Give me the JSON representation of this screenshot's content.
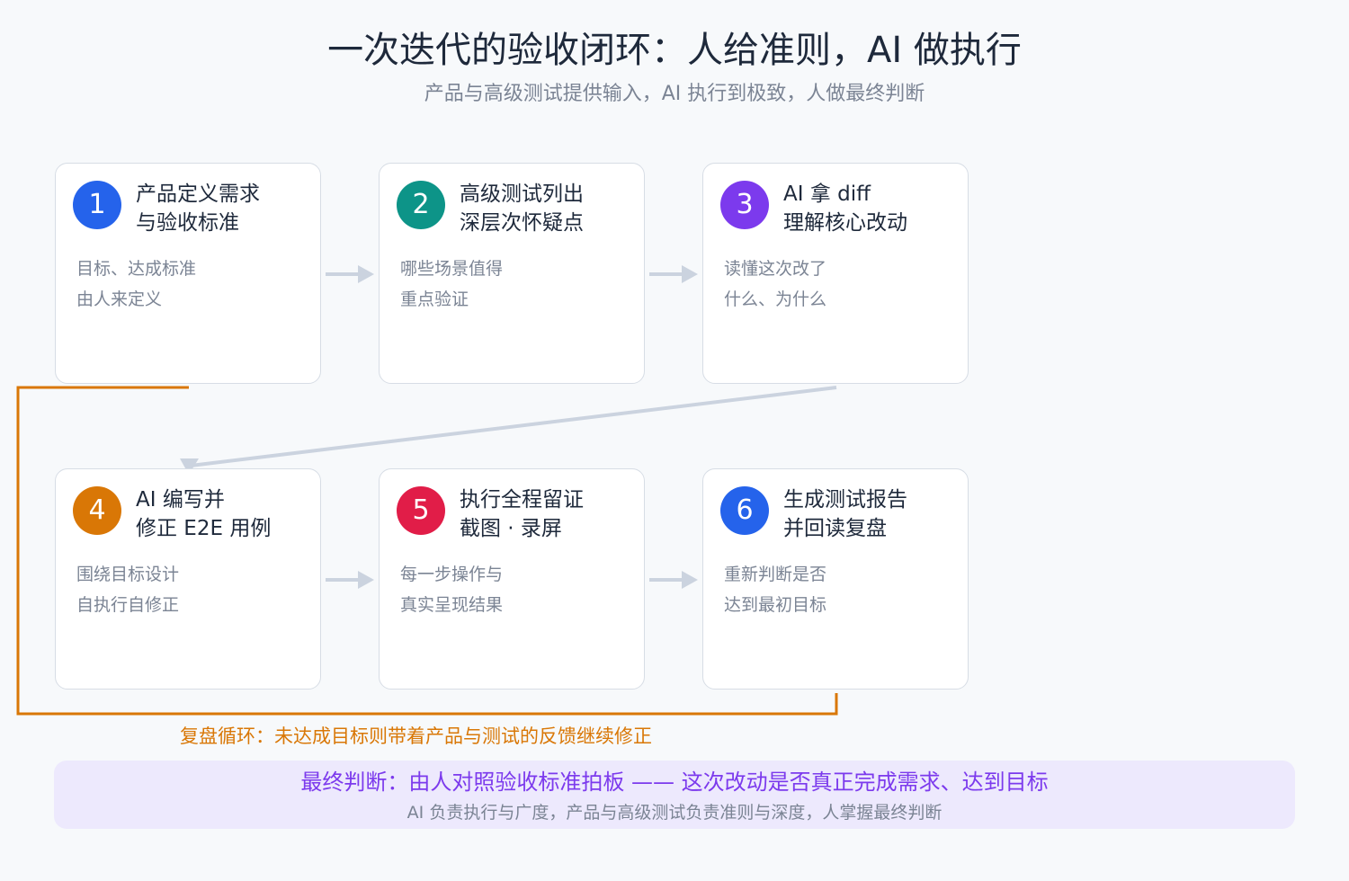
{
  "title": "一次迭代的验收闭环：人给准则，AI 做执行",
  "subtitle": "产品与高级测试提供输入，AI 执行到极致，人做最终判断",
  "steps": [
    {
      "number": "1",
      "title_line1": "产品定义需求",
      "title_line2": "与验收标准",
      "desc_line1": "目标、达成标准",
      "desc_line2": "由人来定义",
      "color": "#2563eb"
    },
    {
      "number": "2",
      "title_line1": "高级测试列出",
      "title_line2": "深层次怀疑点",
      "desc_line1": "哪些场景值得",
      "desc_line2": "重点验证",
      "color": "#0d9488"
    },
    {
      "number": "3",
      "title_line1": "AI 拿 diff",
      "title_line2": "理解核心改动",
      "desc_line1": "读懂这次改了",
      "desc_line2": "什么、为什么",
      "color": "#7c3aed"
    },
    {
      "number": "4",
      "title_line1": "AI 编写并",
      "title_line2": "修正 E2E 用例",
      "desc_line1": "围绕目标设计",
      "desc_line2": "自执行自修正",
      "color": "#d97706"
    },
    {
      "number": "5",
      "title_line1": "执行全程留证",
      "title_line2": "截图 · 录屏",
      "desc_line1": "每一步操作与",
      "desc_line2": "真实呈现结果",
      "color": "#e11d48"
    },
    {
      "number": "6",
      "title_line1": "生成测试报告",
      "title_line2": "并回读复盘",
      "desc_line1": "重新判断是否",
      "desc_line2": "达到最初目标",
      "color": "#2563eb"
    }
  ],
  "loop_label": "复盘循环：未达成目标则带着产品与测试的反馈继续修正",
  "verdict": {
    "main": "最终判断：由人对照验收标准拍板 —— 这次改动是否真正完成需求、达到目标",
    "sub": "AI 负责执行与广度，产品与高级测试负责准则与深度，人掌握最终判断"
  },
  "colors": {
    "arrow": "#cbd3df",
    "loop": "#d97706",
    "verdict_bg": "#ede9fd",
    "verdict_text": "#7c3aed"
  }
}
